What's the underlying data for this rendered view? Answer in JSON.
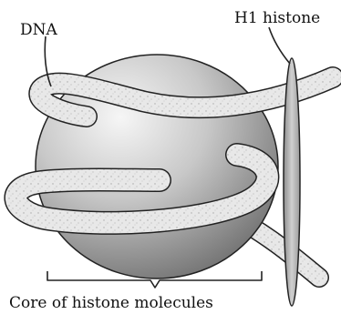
{
  "labels": {
    "dna": "DNA",
    "h1_histone": "H1 histone",
    "core": "Core of histone molecules"
  },
  "colors": {
    "background": "#ffffff",
    "outline": "#222222",
    "sphere_light": "#f2f2f2",
    "sphere_mid": "#bdbdbd",
    "sphere_dark": "#7a7a7a",
    "dna_fill": "#e6e6e6",
    "h1_light": "#c9c9c9",
    "h1_dark": "#8e8e8e"
  }
}
